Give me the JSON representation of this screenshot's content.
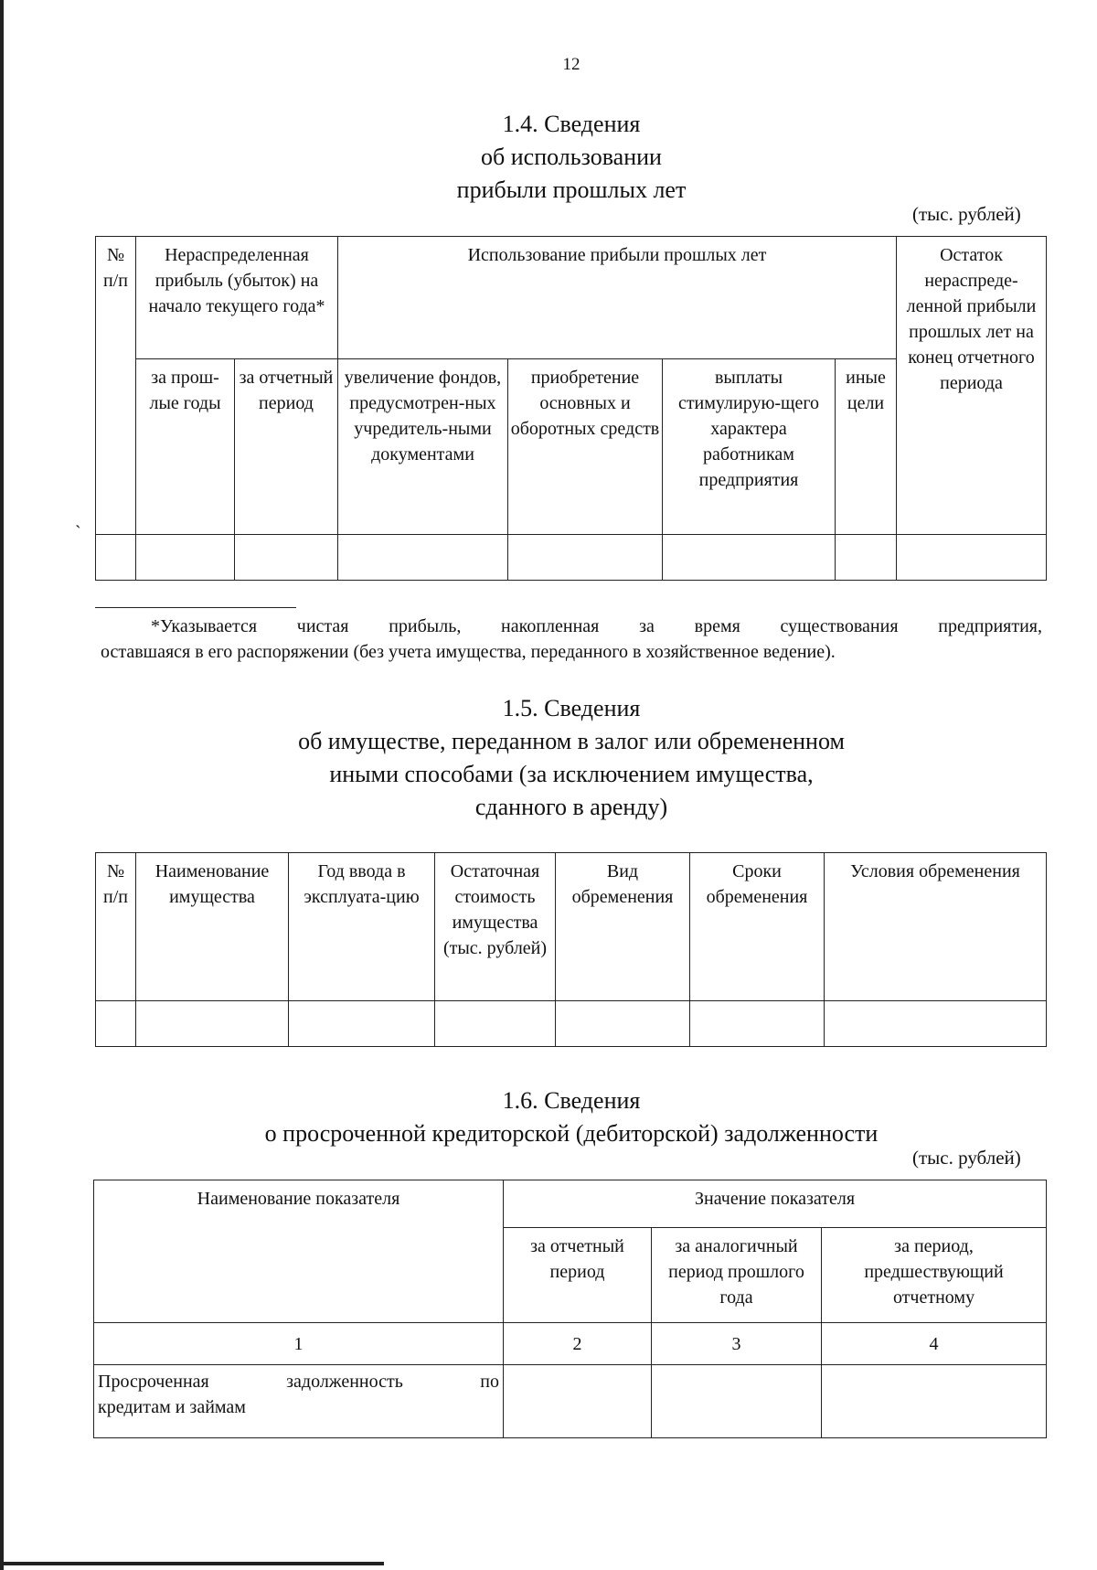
{
  "page_number": "12",
  "section_1_4": {
    "title": [
      "1.4. Сведения",
      "об использовании",
      "прибыли прошлых лет"
    ],
    "unit": "(тыс. рублей)",
    "headers": {
      "num": "№ п/п",
      "retained": "Нераспределенная прибыль (убыток) на начало текущего года*",
      "usage": "Использование прибыли прошлых лет",
      "remainder": "Остаток нераспреде-ленной прибыли прошлых лет на конец отчетного периода",
      "past_years": "за прош-лые годы",
      "reporting": "за отчетный период",
      "funds": "увеличение фондов, предусмотрен-ных учредитель-ными документами",
      "assets": "приобретение основных и оборотных средств",
      "bonuses": "выплаты стимулирую-щего характера работникам предприятия",
      "other": "иные цели"
    }
  },
  "footnote": {
    "line1": "*Указывается чистая прибыль, накопленная за время существования предприятия,",
    "line2": "оставшаяся в его распоряжении (без учета имущества, переданного в хозяйственное ведение)."
  },
  "section_1_5": {
    "title": [
      "1.5. Сведения",
      "об имуществе, переданном в залог или обремененном",
      "иными способами (за исключением имущества,",
      "сданного в аренду)"
    ],
    "headers": {
      "num": "№ п/п",
      "name": "Наименование имущества",
      "year": "Год ввода в эксплуата-цию",
      "residual": "Остаточная стоимость имущества (тыс. рублей)",
      "type": "Вид обременения",
      "terms": "Сроки обременения",
      "conditions": "Условия обременения"
    }
  },
  "section_1_6": {
    "title": [
      "1.6. Сведения",
      "о просроченной кредиторской (дебиторской) задолженности"
    ],
    "unit": "(тыс. рублей)",
    "headers": {
      "indicator": "Наименование показателя",
      "value": "Значение показателя",
      "reporting": "за отчетный период",
      "same_last_year": "за аналогичный период прошлого года",
      "previous": "за период, предшествующий отчетному"
    },
    "column_numbers": [
      "1",
      "2",
      "3",
      "4"
    ],
    "rows": [
      {
        "label_words": [
          "Просроченная",
          "задолженность",
          "по"
        ],
        "label_line2": "кредитам и займам"
      }
    ]
  }
}
